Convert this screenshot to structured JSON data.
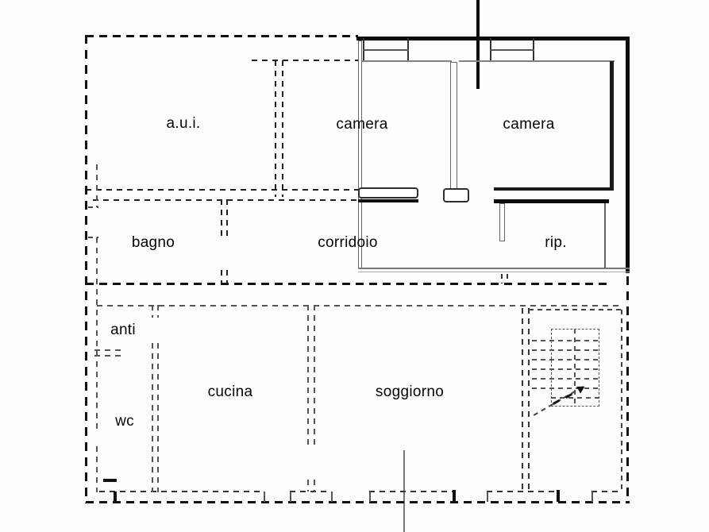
{
  "rooms": [
    {
      "id": "aui",
      "label": "a.u.i."
    },
    {
      "id": "camera-left",
      "label": "camera"
    },
    {
      "id": "camera-right",
      "label": "camera"
    },
    {
      "id": "bagno",
      "label": "bagno"
    },
    {
      "id": "corridoio",
      "label": "corridoio"
    },
    {
      "id": "rip",
      "label": "rip."
    },
    {
      "id": "anti",
      "label": "anti"
    },
    {
      "id": "wc",
      "label": "wc"
    },
    {
      "id": "cucina",
      "label": "cucina"
    },
    {
      "id": "soggiorno",
      "label": "soggiorno"
    }
  ],
  "colors": {
    "solid_new_walls": "#0d0d0d",
    "dashed_old_walls": "#222222",
    "light_dashed": "#555555",
    "gray_lines": "#777777",
    "background": "#ffffff",
    "text": "#050505"
  }
}
